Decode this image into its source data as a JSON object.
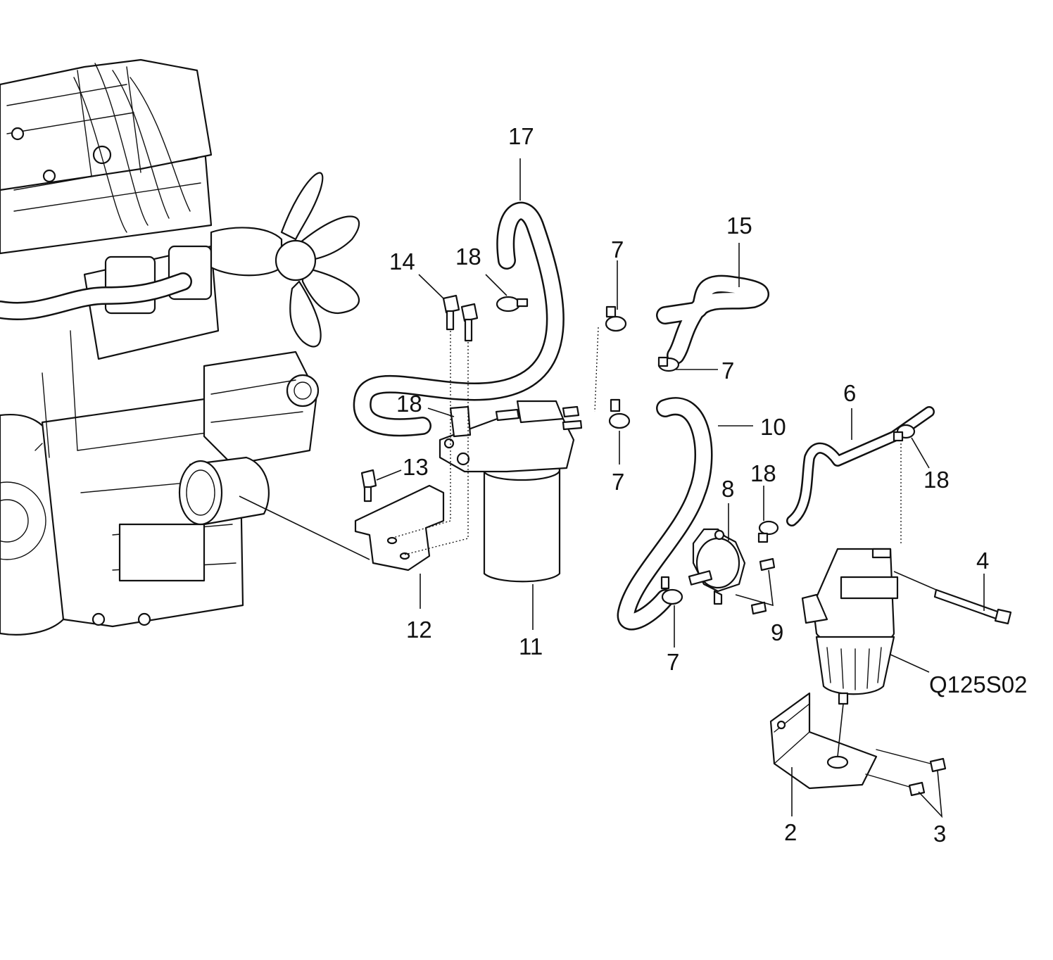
{
  "callouts": {
    "c17": "17",
    "c14": "14",
    "c18a": "18",
    "c7a": "7",
    "c15": "15",
    "c7b": "7",
    "c18b": "18",
    "c10": "10",
    "c6": "6",
    "c13": "13",
    "c7c": "7",
    "c8": "8",
    "c18c": "18",
    "c18d": "18",
    "c4": "4",
    "c12": "12",
    "c11": "11",
    "c9": "9",
    "c7d": "7",
    "c_q125": "Q125S02",
    "c2": "2",
    "c3": "3"
  }
}
